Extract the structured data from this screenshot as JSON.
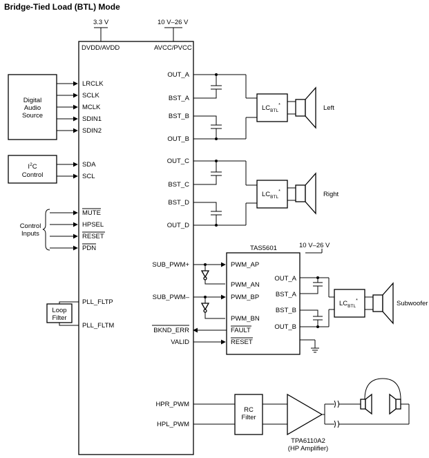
{
  "title": "Bridge-Tied Load (BTL) Mode",
  "supplies": {
    "v33": "3.3 V",
    "v10_26": "10 V–26 V",
    "v10_26b": "10 V–26 V"
  },
  "main_chip": {
    "pin_dvdd": "DVDD/AVDD",
    "pin_avcc": "AVCC/PVCC",
    "left_pins": [
      "LRCLK",
      "SCLK",
      "MCLK",
      "SDIN1",
      "SDIN2",
      "SDA",
      "SCL",
      "MUTE",
      "HPSEL",
      "RESET",
      "PDN",
      "PLL_FLTP",
      "PLL_FLTM"
    ],
    "right_pins": [
      "OUT_A",
      "BST_A",
      "BST_B",
      "OUT_B",
      "OUT_C",
      "BST_C",
      "BST_D",
      "OUT_D",
      "SUB_PWM+",
      "SUB_PWM–",
      "BKND_ERR",
      "VALID",
      "HPR_PWM",
      "HPL_PWM"
    ]
  },
  "blocks": {
    "digital_audio_source": [
      "Digital",
      "Audio",
      "Source"
    ],
    "i2c_control": [
      "I",
      "2",
      "C",
      "Control"
    ],
    "control_inputs": [
      "Control",
      "Inputs"
    ],
    "loop_filter": [
      "Loop",
      "Filter"
    ],
    "lc_btl": [
      "LC",
      "BTL",
      "*"
    ],
    "rc_filter": [
      "RC",
      "Filter"
    ]
  },
  "speakers": {
    "left": "Left",
    "right": "Right",
    "sub": "Subwoofer"
  },
  "tas5601": {
    "name": "TAS5601",
    "left_pins": [
      "PWM_AP",
      "PWM_AN",
      "PWM_BP",
      "PWM_BN",
      "FAULT",
      "RESET"
    ],
    "right_pins": [
      "OUT_A",
      "BST_A",
      "BST_B",
      "OUT_B"
    ]
  },
  "hp_amp": {
    "name": "TPA6110A2",
    "desc": "(HP Amplifier)"
  }
}
